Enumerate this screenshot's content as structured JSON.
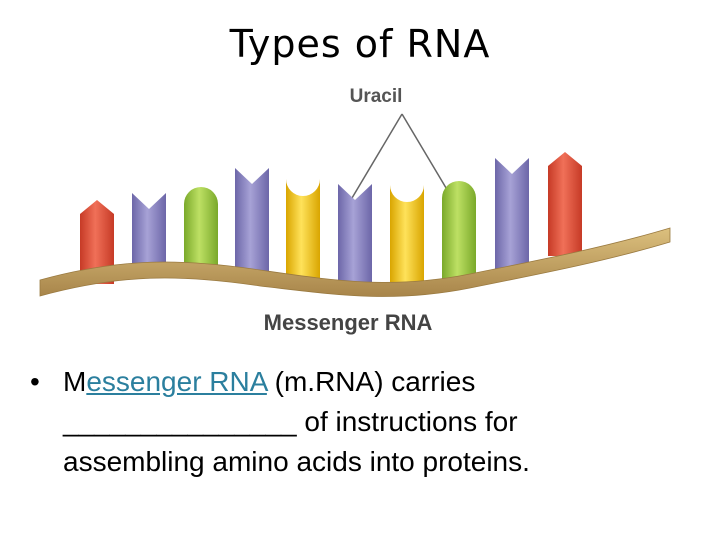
{
  "slide": {
    "title": "Types of RNA"
  },
  "figure": {
    "label_top": "Uracil",
    "label_bottom": "Messenger RNA",
    "colors": {
      "red": "#e8503a",
      "purple": "#8c86c2",
      "green": "#9ccb3b",
      "yellow": "#f5c518",
      "backbone": "#c8a55f"
    },
    "bases": [
      "red",
      "purple",
      "green",
      "purple",
      "yellow",
      "purple",
      "yellow",
      "green",
      "purple",
      "red"
    ]
  },
  "bullet": {
    "marker": "•",
    "link_first": "M",
    "link_rest": "essenger RNA",
    "text_after_link": " (m.RNA) carries",
    "blank": "_______________",
    "text_line2": " of instructions for",
    "text_line3": "assembling amino acids into proteins."
  }
}
